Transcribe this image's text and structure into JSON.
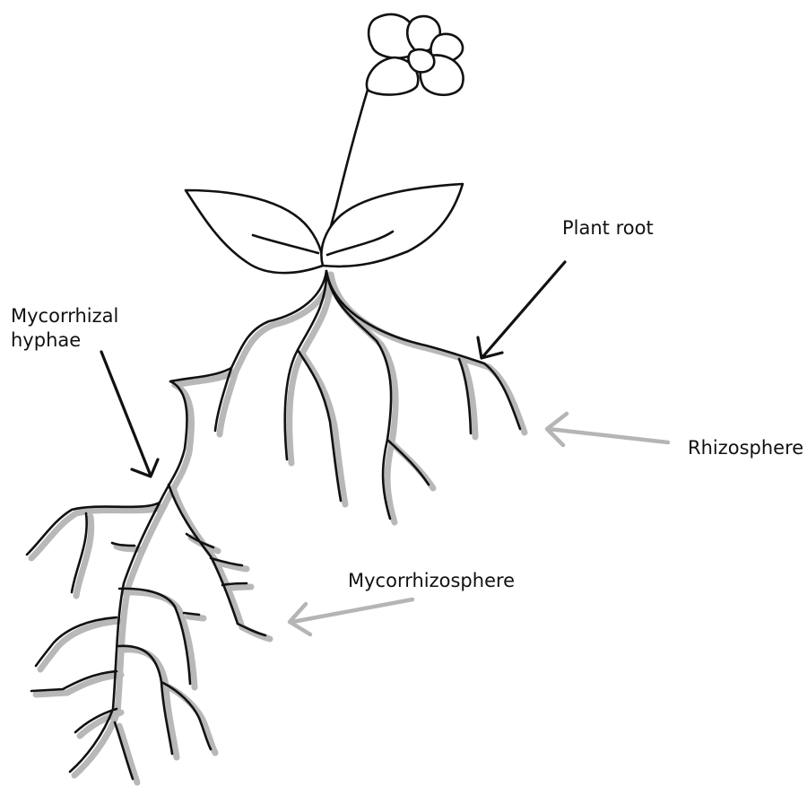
{
  "diagram": {
    "labels": {
      "plant_root": "Plant root",
      "mycorrhizal_hyphae_line1": "Mycorrhizal",
      "mycorrhizal_hyphae_line2": "hyphae",
      "rhizosphere": "Rhizosphere",
      "mycorrhizosphere": "Mycorrhizosphere"
    },
    "colors": {
      "ink": "#111111",
      "halo": "#b8b8b8",
      "background": "#ffffff"
    }
  }
}
